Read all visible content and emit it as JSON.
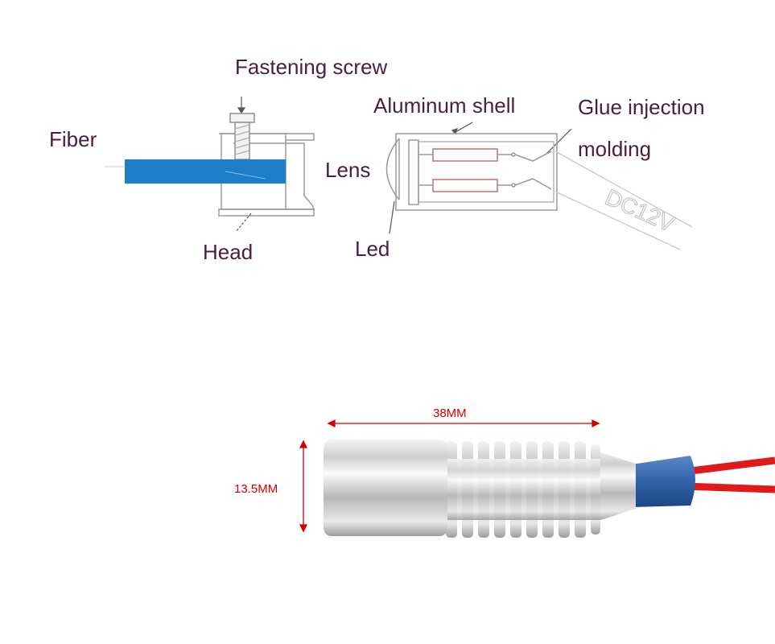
{
  "labels": {
    "fastening_screw": "Fastening screw",
    "fiber": "Fiber",
    "head": "Head",
    "aluminum_shell": "Aluminum shell",
    "lens": "Lens",
    "led": "Led",
    "glue_injection_line1": "Glue injection",
    "glue_injection_line2": "molding",
    "cable_marking": "DC12V"
  },
  "dimensions": {
    "length": "38MM",
    "diameter": "13.5MM"
  },
  "colors": {
    "label_text": "#4a1f3c",
    "fiber": "#1e7fc8",
    "dimension": "#d40000",
    "sleeve": "#2f62a8",
    "wire": "#e01a1a"
  }
}
